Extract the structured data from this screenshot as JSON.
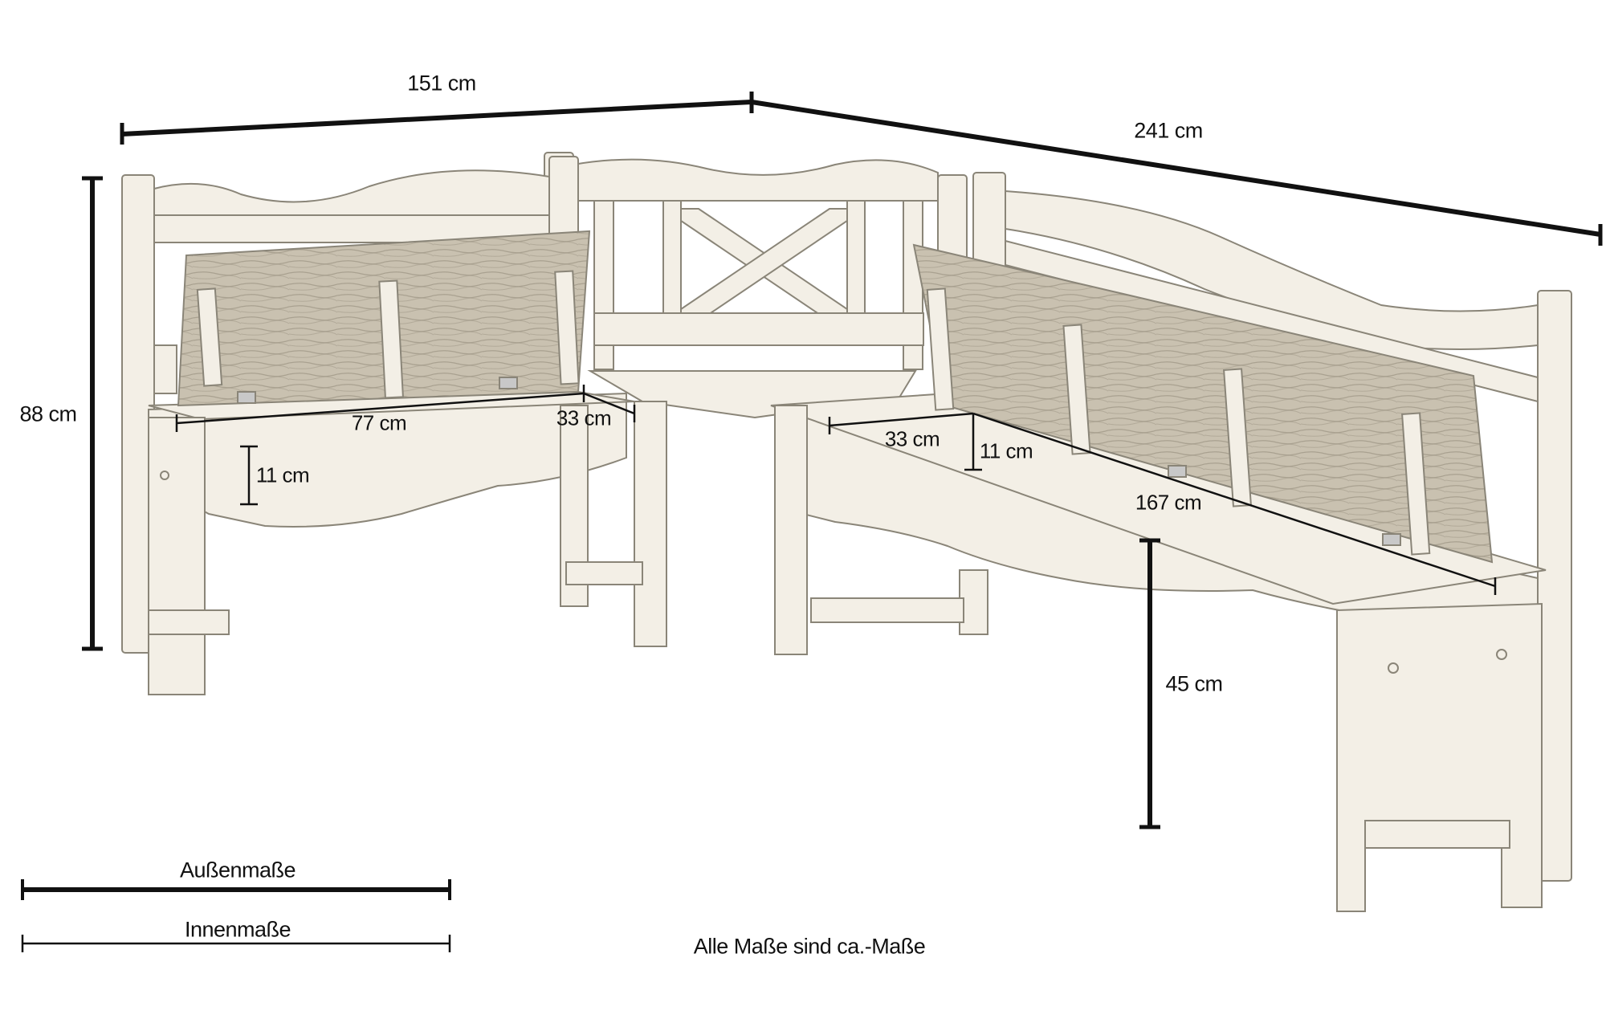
{
  "dimensions": {
    "outer_width_left": "151 cm",
    "outer_width_right": "241 cm",
    "outer_height": "88 cm",
    "seat_height": "45 cm",
    "left_storage_length": "77 cm",
    "left_storage_depth": "33 cm",
    "left_storage_height": "11 cm",
    "right_storage_length": "167 cm",
    "right_storage_depth": "33 cm",
    "right_storage_height": "11 cm"
  },
  "legend": {
    "outer": "Außenmaße",
    "inner": "Innenmaße"
  },
  "note": "Alle Maße sind ca.-Maße",
  "colors": {
    "wood_light": "#f3efe6",
    "wood_outline": "#8a8578",
    "lid_grain": "#b3ab9a",
    "dimension_line": "#111111"
  }
}
